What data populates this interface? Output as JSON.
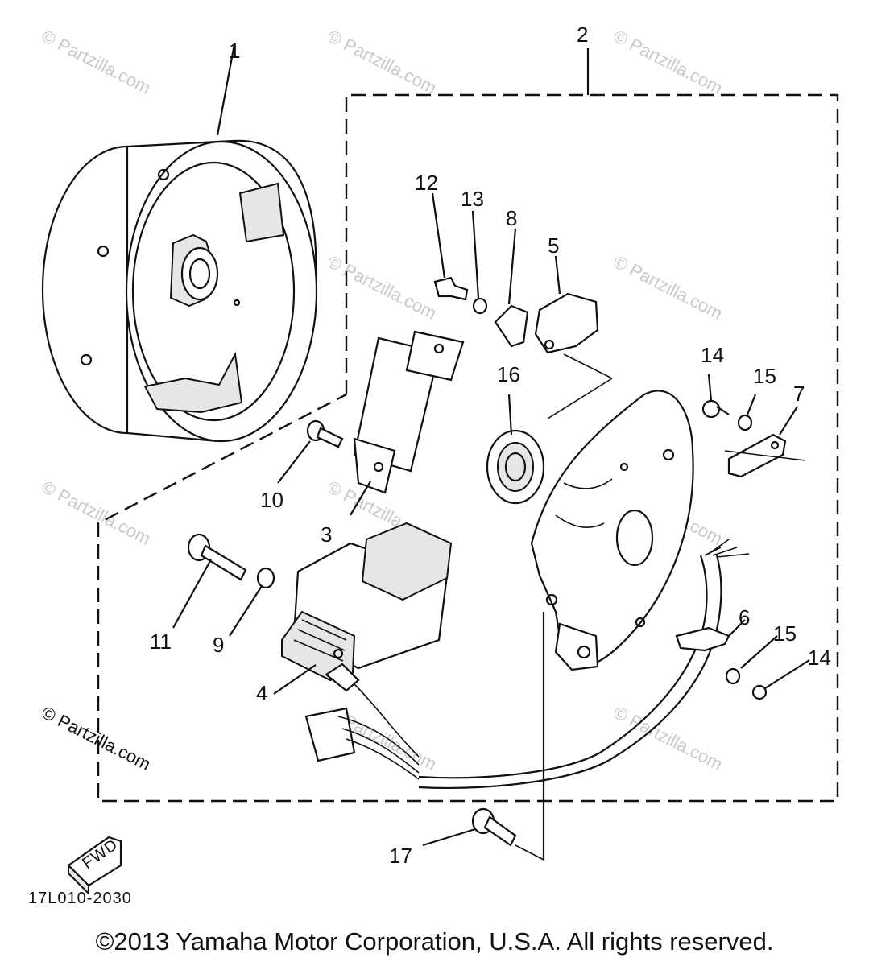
{
  "diagram": {
    "callouts": [
      "1",
      "2",
      "3",
      "4",
      "5",
      "6",
      "7",
      "8",
      "9",
      "10",
      "11",
      "12",
      "13",
      "14",
      "14",
      "15",
      "15",
      "16",
      "17"
    ],
    "drawing_code": "17L010-2030",
    "fwd_badge": "FWD"
  },
  "watermark": {
    "text": "© Partzilla.com"
  },
  "footer": {
    "copyright": "©2013  Yamaha Motor Corporation, U.S.A. All rights reserved."
  }
}
